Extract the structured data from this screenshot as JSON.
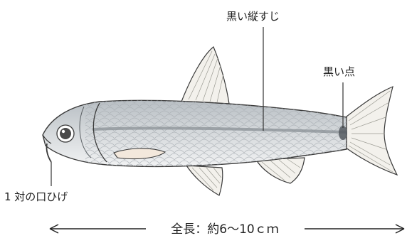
{
  "labels": {
    "stripe": "黒い縦すじ",
    "spot": "黒い点",
    "barbels": "1 対の口ひげ",
    "length": "全長：約6～10ｃｍ"
  },
  "colors": {
    "body_fill": "#cfd3d6",
    "belly_fill": "#eef0f1",
    "fin_fill": "#f3f1ec",
    "outline": "#3a3a3a",
    "stripe": "#8a9096",
    "spot": "#555b60"
  }
}
